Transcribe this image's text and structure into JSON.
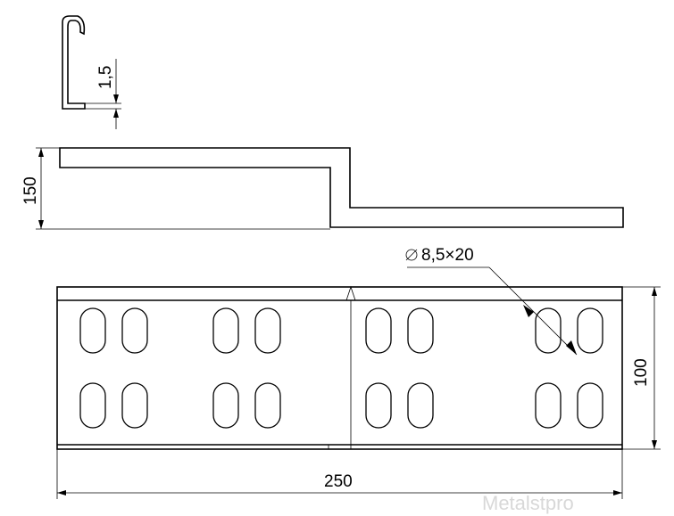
{
  "drawing": {
    "dimensions": {
      "thickness": "1,5",
      "offset": "150",
      "height": "100",
      "length": "250"
    },
    "hole_callout": {
      "symbol": "⌀",
      "value": "8,5×20"
    }
  },
  "watermark": "Metalstpro"
}
